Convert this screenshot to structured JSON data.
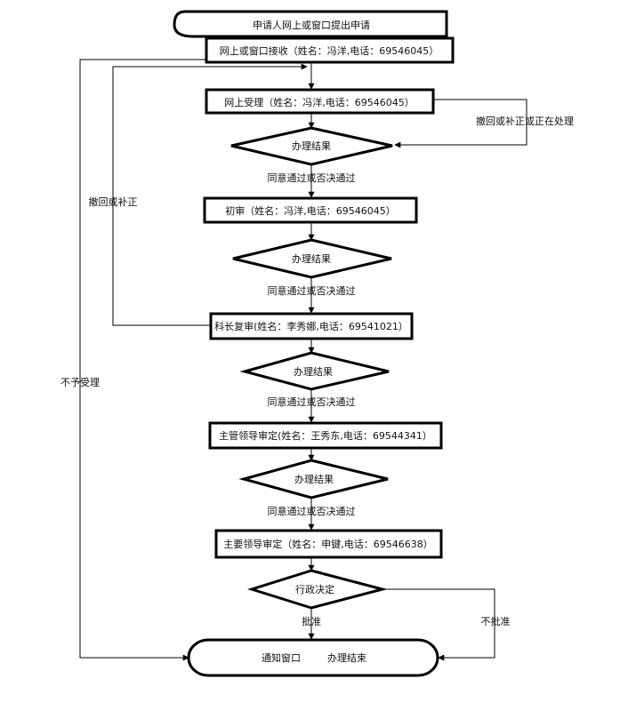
{
  "nodes": {
    "apply": "申请人网上或窗口提出申请",
    "receive": "网上或窗口接收（姓名：冯洋,电话：69546045）",
    "accept": "网上受理（姓名：冯洋,电话：69546045）",
    "result1": "办理结果",
    "first_review": "初审（姓名：冯洋,电话：69546045）",
    "result2": "办理结果",
    "section_review": "科长复审(姓名：李秀娜,电话：69541021）",
    "result3": "办理结果",
    "lead_review": "主管领导审定(姓名：王秀东,电话：69544341）",
    "result4": "办理结果",
    "main_lead_review": "主要领导审定（姓名：申键,电话：69546638）",
    "decision": "行政决定",
    "end_left": "通知窗口",
    "end_right": "办理结束"
  },
  "edge_labels": {
    "pass1": "同意通过或否决通过",
    "pass2": "同意通过或否决通过",
    "pass3": "同意通过或否决通过",
    "pass4": "同意通过或否决通过",
    "withdraw_or_processing": "撤回或补正或正在处理",
    "withdraw_or_correct": "撤回或补正",
    "not_accepted": "不予受理",
    "approve": "批准",
    "reject": "不批准"
  }
}
